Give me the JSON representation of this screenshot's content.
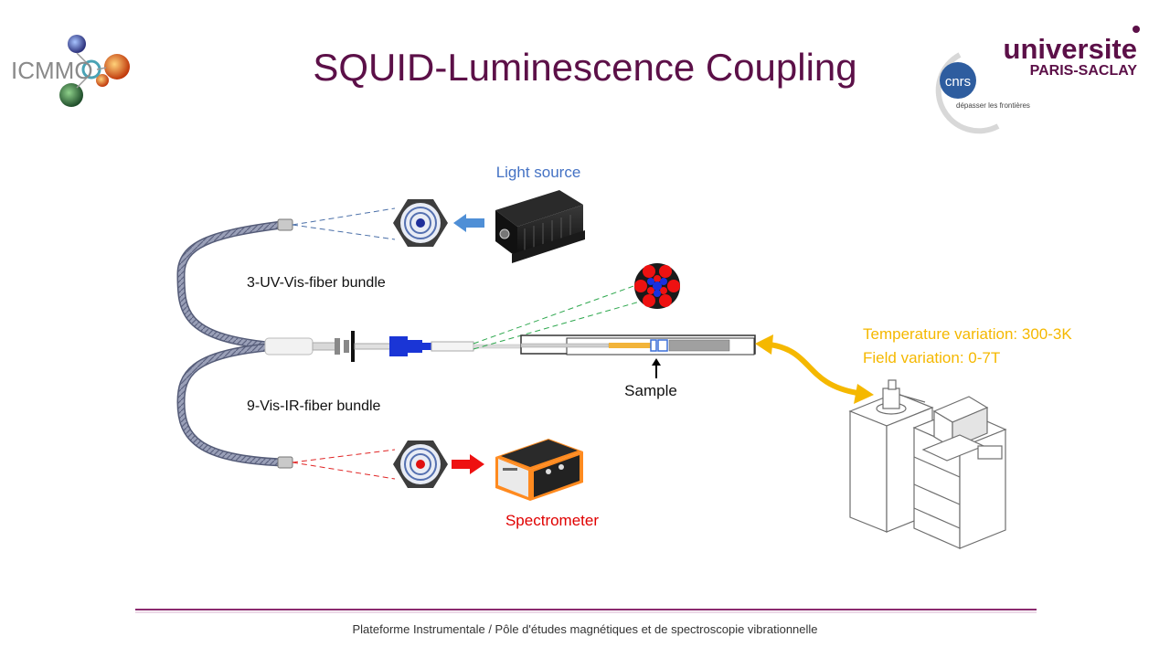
{
  "title": "SQUID-Luminescence Coupling",
  "logos": {
    "icmmo": "ICMMO",
    "university_line1": "universite",
    "university_line2": "PARIS-SACLAY",
    "cnrs": "cnrs",
    "cnrs_tagline": "dépasser les frontières"
  },
  "labels": {
    "light_source": "Light source",
    "uv_bundle": "3-UV-Vis-fiber bundle",
    "ir_bundle": "9-Vis-IR-fiber bundle",
    "sample": "Sample",
    "spectrometer": "Spectrometer",
    "temperature": "Temperature  variation: 300-3K",
    "field": "Field variation: 0-7T"
  },
  "footer": "Plateforme Instrumentale / Pôle d'études magnétiques et de spectroscopie vibrationnelle",
  "colors": {
    "title": "#5c1048",
    "light_source": "#4472c4",
    "spectrometer": "#e00000",
    "magnet_text": "#f5b800",
    "footer_rule": "#8b2a6f"
  }
}
